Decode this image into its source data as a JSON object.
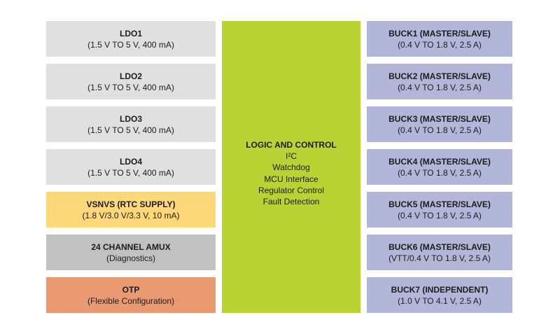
{
  "diagram": {
    "title_hint": "PMIC functional block diagram",
    "colors": {
      "background": "#ffffff",
      "text": "#1c1c1c",
      "ldo_bg": "#e0e0e0",
      "vsnvs_bg": "#fcd87a",
      "amux_bg": "#c1c1c1",
      "otp_bg": "#e99a72",
      "logic_bg": "#b9d335",
      "buck_bg": "#b2b6d8"
    },
    "left_column": {
      "blocks": [
        {
          "title": "LDO1",
          "subtitle": "(1.5 V TO 5 V, 400 mA)"
        },
        {
          "title": "LDO2",
          "subtitle": "(1.5 V TO 5 V, 400 mA)"
        },
        {
          "title": "LDO3",
          "subtitle": "(1.5 V TO 5 V, 400 mA)"
        },
        {
          "title": "LDO4",
          "subtitle": "(1.5 V TO 5 V, 400 mA)"
        },
        {
          "title": "VSNVS (RTC SUPPLY)",
          "subtitle": "(1.8 V/3.0 V/3.3 V, 10 mA)"
        },
        {
          "title": "24 CHANNEL AMUX",
          "subtitle": "(Diagnostics)"
        },
        {
          "title": "OTP",
          "subtitle": "(Flexible Configuration)"
        }
      ]
    },
    "center_block": {
      "title": "LOGIC AND CONTROL",
      "features": [
        "I²C",
        "Watchdog",
        "MCU Interface",
        "Regulator Control",
        "Fault Detection"
      ]
    },
    "right_column": {
      "blocks": [
        {
          "title": "BUCK1 (MASTER/SLAVE)",
          "subtitle": "(0.4 V TO 1.8 V, 2.5 A)"
        },
        {
          "title": "BUCK2 (MASTER/SLAVE)",
          "subtitle": "(0.4 V TO 1.8 V, 2.5 A)"
        },
        {
          "title": "BUCK3 (MASTER/SLAVE)",
          "subtitle": "(0.4 V TO 1.8 V, 2.5 A)"
        },
        {
          "title": "BUCK4 (MASTER/SLAVE)",
          "subtitle": "(0.4 V TO 1.8 V, 2.5 A)"
        },
        {
          "title": "BUCK5 (MASTER/SLAVE)",
          "subtitle": "(0.4 V TO 1.8 V, 2.5 A)"
        },
        {
          "title": "BUCK6 (MASTER/SLAVE)",
          "subtitle": "(VTT/0.4 V TO 1.8 V, 2.5 A)"
        },
        {
          "title": "BUCK7 (INDEPENDENT)",
          "subtitle": "(1.0 V TO 4.1 V, 2.5 A)"
        }
      ]
    }
  }
}
